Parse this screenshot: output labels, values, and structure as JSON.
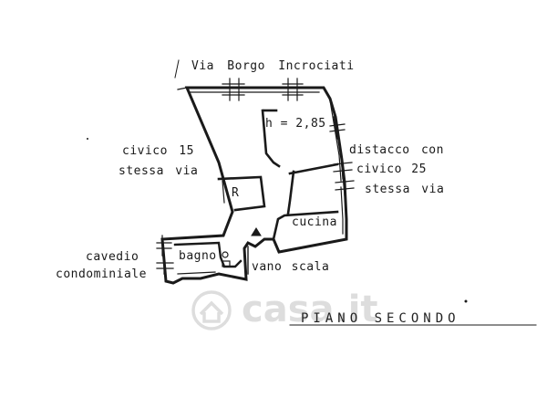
{
  "plan": {
    "street_label": "Via Borgo Incrociati",
    "height_label": "h = 2,85",
    "left_neighbor_line1": "civico 15",
    "left_neighbor_line2": "stessa via",
    "right_neighbor_line1": "distacco con",
    "right_neighbor_line2": "civico 25",
    "right_neighbor_line3": "stessa via",
    "room_r": "R",
    "room_kitchen": "cucina",
    "room_bath": "bagno",
    "shaft_line1": "cavedio",
    "shaft_line2": "condominiale",
    "stairwell": "vano scala",
    "floor_label": "PIANO SECONDO"
  },
  "watermark": {
    "text": "casa.it",
    "icon": "house-logo-icon"
  },
  "colors": {
    "line": "#1a1a1a",
    "watermark": "#d8d8d8"
  }
}
